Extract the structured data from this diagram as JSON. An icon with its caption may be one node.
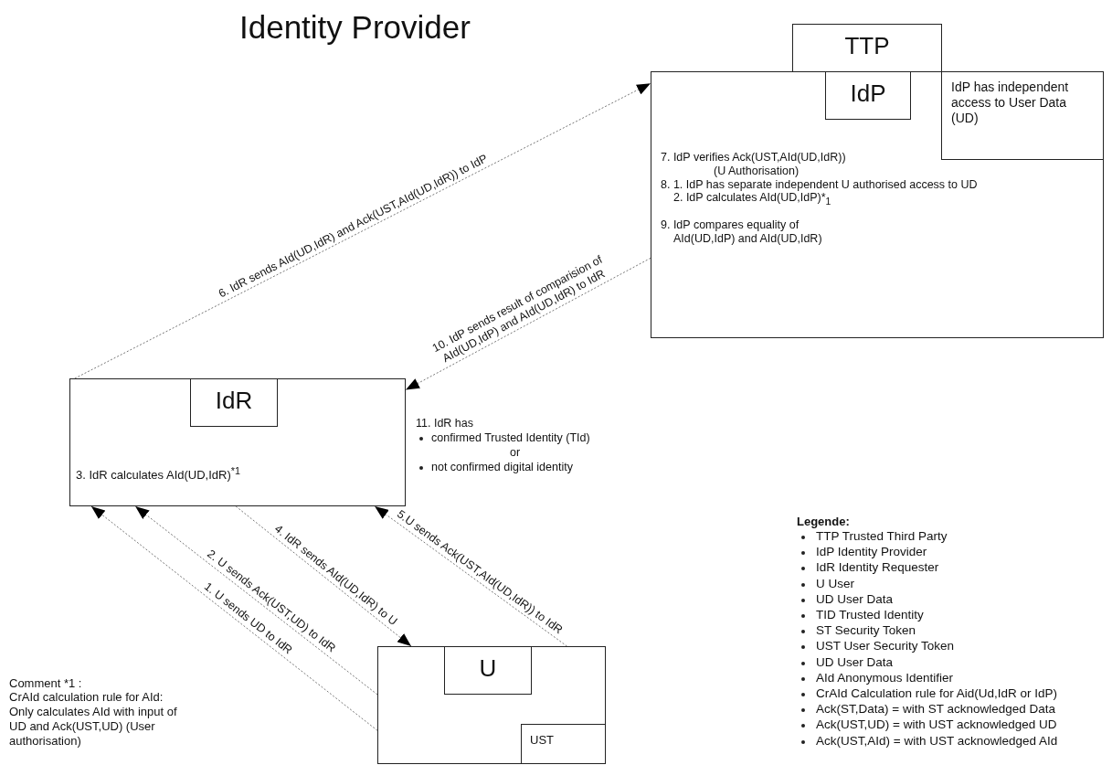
{
  "diagram": {
    "title": "Identity Provider",
    "nodes": [
      {
        "text": [
          "TTP"
        ]
      },
      {
        "text": [
          "7. IdP verifies Ack(UST,AId(UD,IdR)) (U Authorisation)",
          "8. 1. IdP has separate independent U authorised access to UD",
          "2. IdP calculates AId(UD,IdP)*$_{1}$",
          "9. IdP compares equality of AId(UD,IdP) and AId(UD,IdR)"
        ]
      },
      {
        "text": [
          "IdP"
        ],
        "in": 1
      },
      {
        "text": [
          "IdP has independent access to User Data (UD)"
        ],
        "in": 1
      },
      {
        "text": [
          "3. IdR calculates AId(UD,IdR)$^{*1}$"
        ],
        "beside": [
          "11. IdR has",
          "confirmed Trusted Identity (TId)",
          "or",
          "not confirmed digital identity"
        ]
      },
      {
        "text": [
          "IdR"
        ],
        "in": 4
      },
      {
        "text": [],
        "shape": "box"
      },
      {
        "text": [
          "U"
        ],
        "in": 6
      },
      {
        "text": [
          "UST"
        ],
        "in": 6
      }
    ],
    "edges": [
      {
        "from": 4,
        "to": 1,
        "arrow": "to",
        "label": "6. IdR sends AId(UD,IdR) and Ack(UST,AId(UD,IdR)) to IdP"
      },
      {
        "from": 1,
        "to": 4,
        "arrow": "to",
        "label": "10. IdP sends result of comparision of AId(UD,IdP) and AId(UD,IdR) to IdR"
      },
      {
        "from": 6,
        "to": 4,
        "arrow": "to",
        "label": "1. U sends UD to IdR"
      },
      {
        "from": 6,
        "to": 4,
        "arrow": "to",
        "label": "2. U sends Ack(UST,UD) to IdR"
      },
      {
        "from": 4,
        "to": 6,
        "arrow": "to",
        "label": "4. IdR sends AId(UD,IdR) to U"
      },
      {
        "from": 6,
        "to": 4,
        "arrow": "to",
        "label": "5.U sends Ack(UST,AId(UD,IdR)) to IdR"
      }
    ],
    "labels": [
      "Legende:",
      "Comment *1 :",
      "CrAId calculation rule for AId: Only calculates AId with input of UD and Ack(UST,UD) (User authorisation)"
    ],
    "legend": [
      {
        "text": "TTP Trusted Third Party"
      },
      {
        "text": "IdP Identity Provider"
      },
      {
        "text": "IdR Identity Requester"
      },
      {
        "text": "U User"
      },
      {
        "text": "UD User Data"
      },
      {
        "text": "TID Trusted Identity"
      },
      {
        "text": "ST Security Token"
      },
      {
        "text": "UST User Security Token"
      },
      {
        "text": "UD User Data"
      },
      {
        "text": "AId Anonymous Identifier"
      },
      {
        "text": "CrAId Calculation rule for Aid(Ud,IdR or IdP)"
      },
      {
        "text": "Ack(ST,Data) = with ST acknowledged Data"
      },
      {
        "text": "Ack(UST,UD) = with UST acknowledged UD"
      },
      {
        "text": "Ack(UST,AId) = with UST acknowledged AId"
      }
    ]
  }
}
